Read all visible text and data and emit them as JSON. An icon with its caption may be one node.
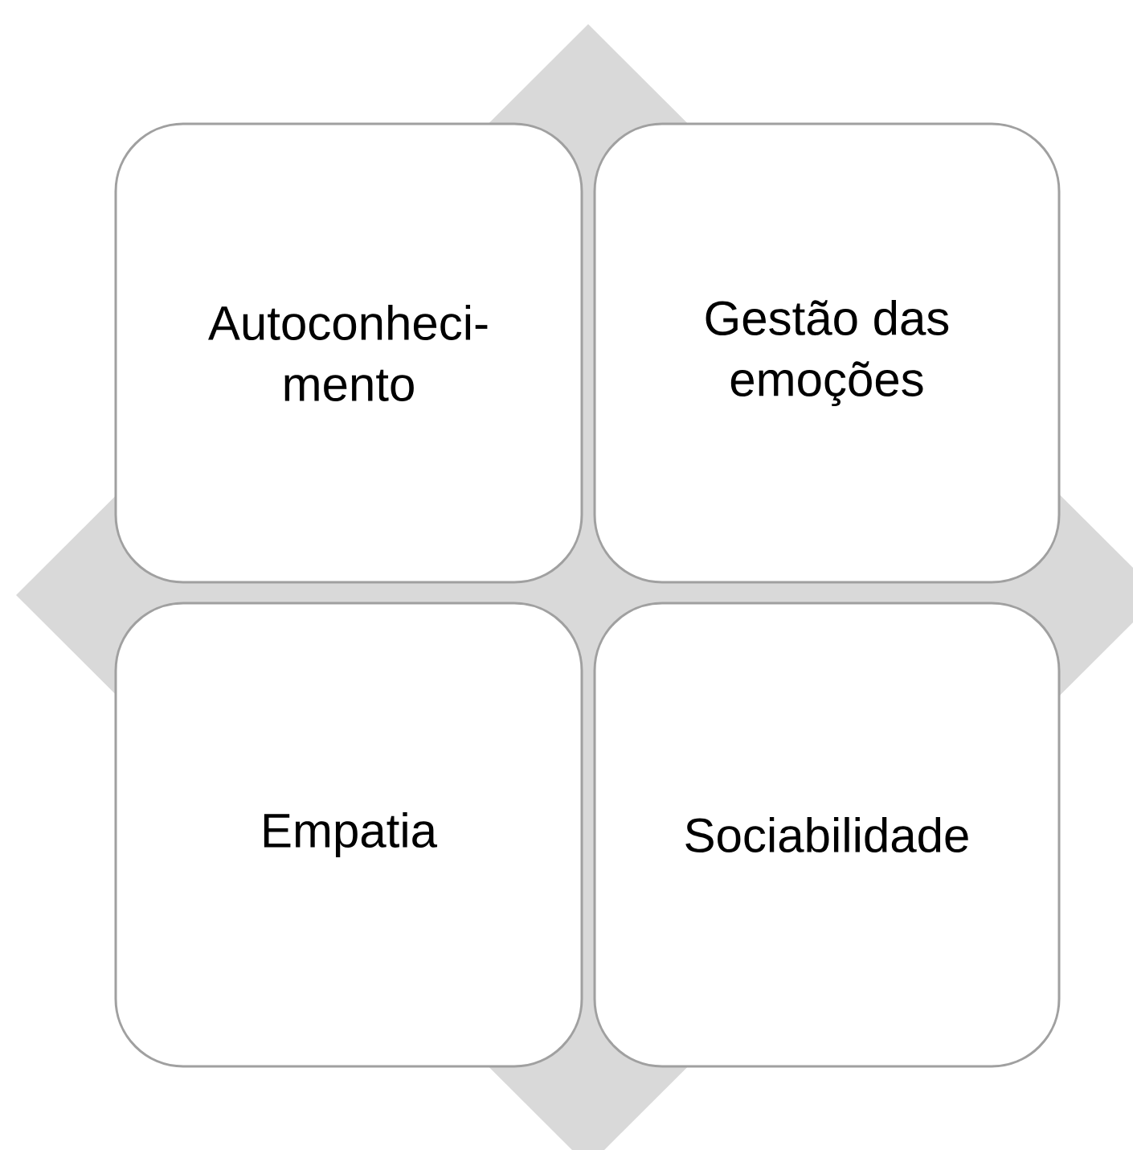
{
  "diagram": {
    "nodes": [
      {
        "text": [
          "Autoconheci- mento"
        ]
      },
      {
        "text": [
          "Gestão das emoções"
        ]
      },
      {
        "text": [
          "Empatia"
        ]
      },
      {
        "text": [
          "Sociabilidade"
        ]
      }
    ]
  }
}
